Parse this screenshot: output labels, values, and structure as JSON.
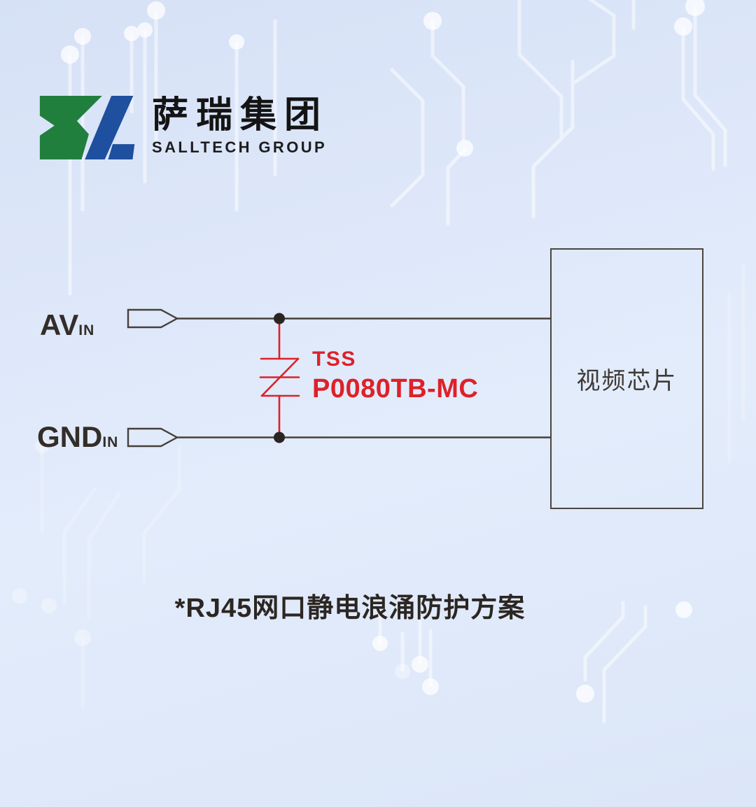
{
  "brand": {
    "mark": "sl-monogram",
    "name_zh": "萨瑞集团",
    "name_en": "SALLTECH GROUP",
    "green": "#217f3e",
    "blue": "#1f4f9f"
  },
  "schematic": {
    "input_top": {
      "main": "AV",
      "sub": "IN"
    },
    "input_bottom": {
      "main": "GND",
      "sub": "IN"
    },
    "protector": {
      "line1": "TSS",
      "line2": "P0080TB-MC"
    },
    "chip": {
      "label": "视频芯片"
    }
  },
  "caption": {
    "text": "*RJ45网口静电浪涌防护方案"
  },
  "colors": {
    "background": "#dde7f9",
    "wire": "#46403b",
    "accent_red": "#dd2129",
    "text_dark": "#332d29"
  }
}
